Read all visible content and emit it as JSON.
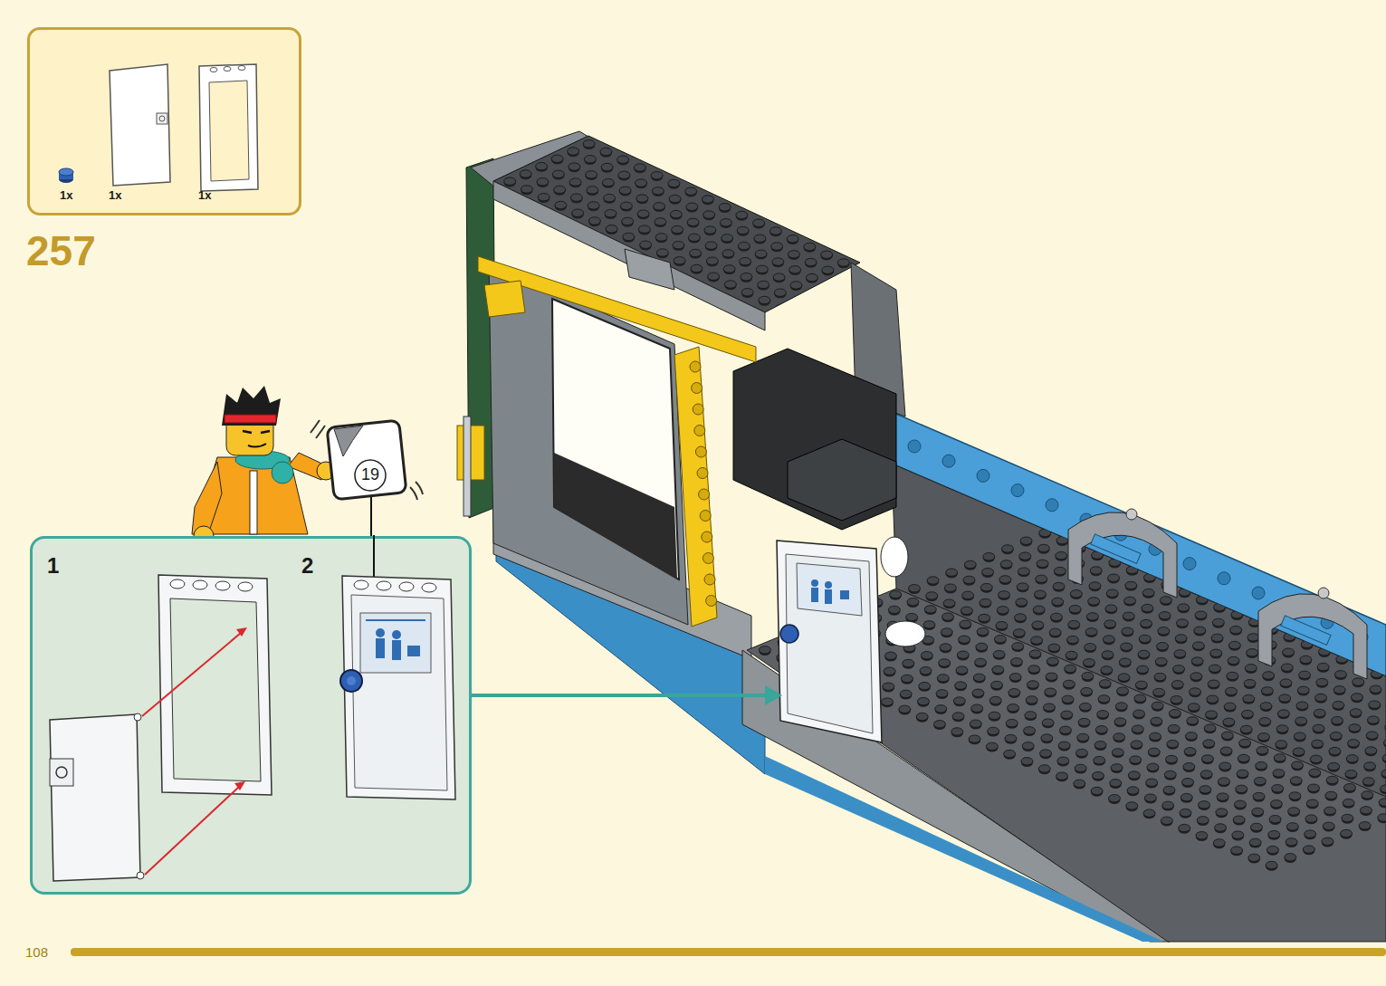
{
  "diagram": {
    "nodes": [
      {
        "text": [
          "1x",
          "1x",
          "1x"
        ]
      },
      {
        "text": [
          "1",
          "2"
        ]
      },
      {
        "text": [
          "19"
        ]
      }
    ],
    "labels": [
      "257",
      "108"
    ]
  }
}
